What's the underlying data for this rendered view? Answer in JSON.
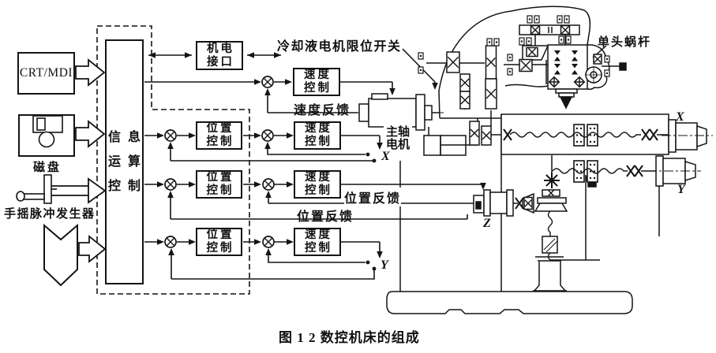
{
  "figure": {
    "caption": "图 1 2  数控机床的组成"
  },
  "colors": {
    "ink": "#141414",
    "paper": "#ffffff"
  },
  "devices": {
    "crt_mdi": "CRT/MDI",
    "disk_label": "磁盘",
    "handwheel_label": "手摇脉冲发生器"
  },
  "controller": {
    "lines": [
      "信息",
      "运算",
      "控制"
    ]
  },
  "interface_box": {
    "line1": "机电",
    "line2": "接口"
  },
  "blocks": {
    "position_line1": "位置",
    "position_line2": "控制",
    "speed_line1": "速度",
    "speed_line2": "控制"
  },
  "labels": {
    "coolant_switch": "冷却液电机限位开关",
    "speed_feedback": "速度反馈",
    "position_feedback": "位置反馈",
    "spindle_line1": "主轴",
    "spindle_line2": "电机",
    "worm": "单头蜗杆"
  },
  "axes": {
    "x_out": "X",
    "y_out": "Y",
    "z_motor": "Z",
    "x_motor": "X",
    "y_motor": "Y"
  }
}
